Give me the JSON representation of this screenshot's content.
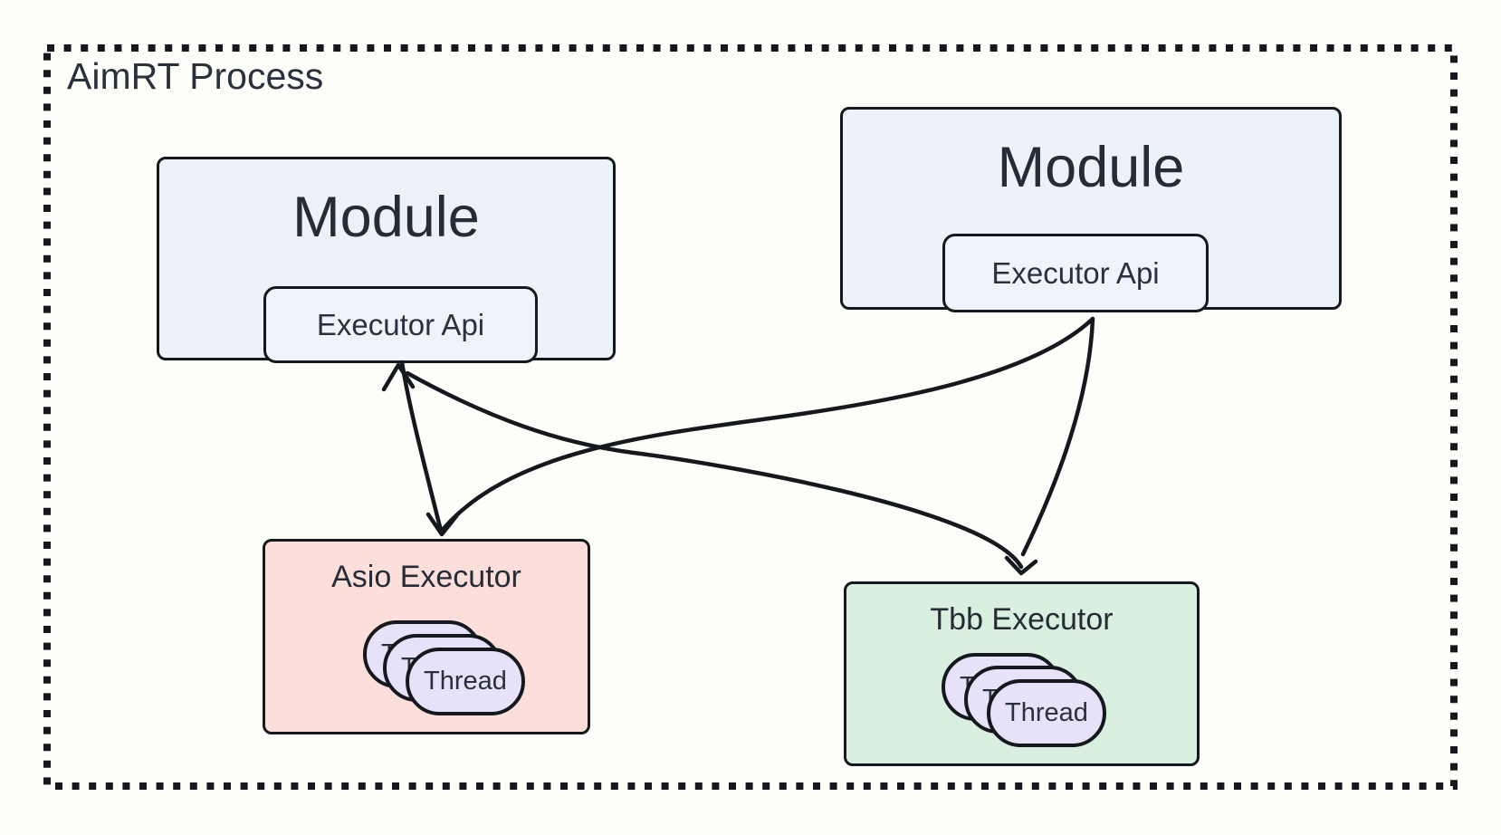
{
  "process": {
    "title": "AimRT Process"
  },
  "modules": [
    {
      "id": "module-left",
      "label": "Module",
      "api_label": "Executor Api"
    },
    {
      "id": "module-right",
      "label": "Module",
      "api_label": "Executor Api"
    }
  ],
  "executors": [
    {
      "id": "asio",
      "title": "Asio Executor",
      "threads": [
        "Thread",
        "Thread",
        "Thread"
      ]
    },
    {
      "id": "tbb",
      "title": "Tbb Executor",
      "threads": [
        "Thread",
        "Thread",
        "Thread"
      ]
    }
  ],
  "arrows": {
    "connections": [
      {
        "from": "left-module-executor-api",
        "to": "asio-executor"
      },
      {
        "from": "left-module-executor-api",
        "to": "tbb-executor"
      },
      {
        "from": "right-module-executor-api",
        "to": "asio-executor"
      },
      {
        "from": "right-module-executor-api",
        "to": "tbb-executor"
      }
    ],
    "arrowheads": [
      "up into left Executor Api",
      "down into Asio Executor",
      "down into Tbb Executor"
    ]
  },
  "colors": {
    "background": "#fdfdfa",
    "module_fill": "#edf1fa",
    "asio_fill": "#fcdfda",
    "tbb_fill": "#d9efdf",
    "thread_fill": "#e7e1f9",
    "stroke": "#15181d",
    "text": "#2b313c"
  }
}
